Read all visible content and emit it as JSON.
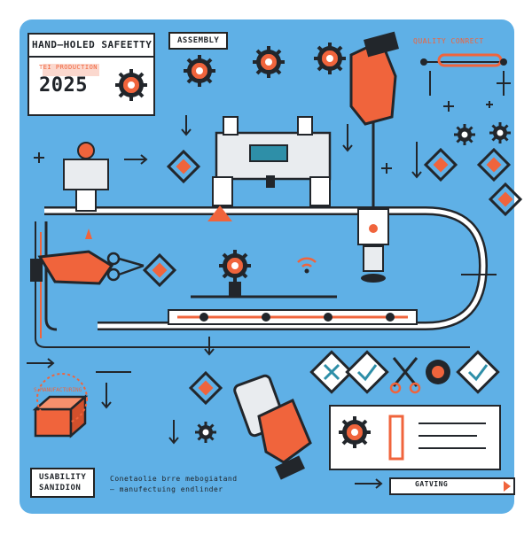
{
  "labels": {
    "top_left_title": "HAND–HOLED SAFEETTY",
    "assembly": "ASSEMBLY",
    "year_caption": "TEI PRODUCTION",
    "year": "2025",
    "quality_control": "QUALITY CONRECT",
    "usability_line1": "USABILITY",
    "usability_line2": "SANIDION",
    "desc_line1": "Conetaolie brre mebogiatand",
    "desc_line2": "– manufectuing endlinder",
    "gating": "GATVING",
    "circle_stamp": "S MANUFACTURING"
  },
  "icons": [
    "gear-icon",
    "glove-hand-icon",
    "scissors-icon",
    "check-icon",
    "close-icon",
    "diamond-icon",
    "signal-icon",
    "caliper-icon",
    "box-icon"
  ],
  "colors": {
    "background": "#5fb0e6",
    "panel": "#ffffff",
    "accent_orange": "#f0643c",
    "dark": "#22262b",
    "machine_grey": "#e9ecef",
    "teal": "#2e8fa8"
  }
}
